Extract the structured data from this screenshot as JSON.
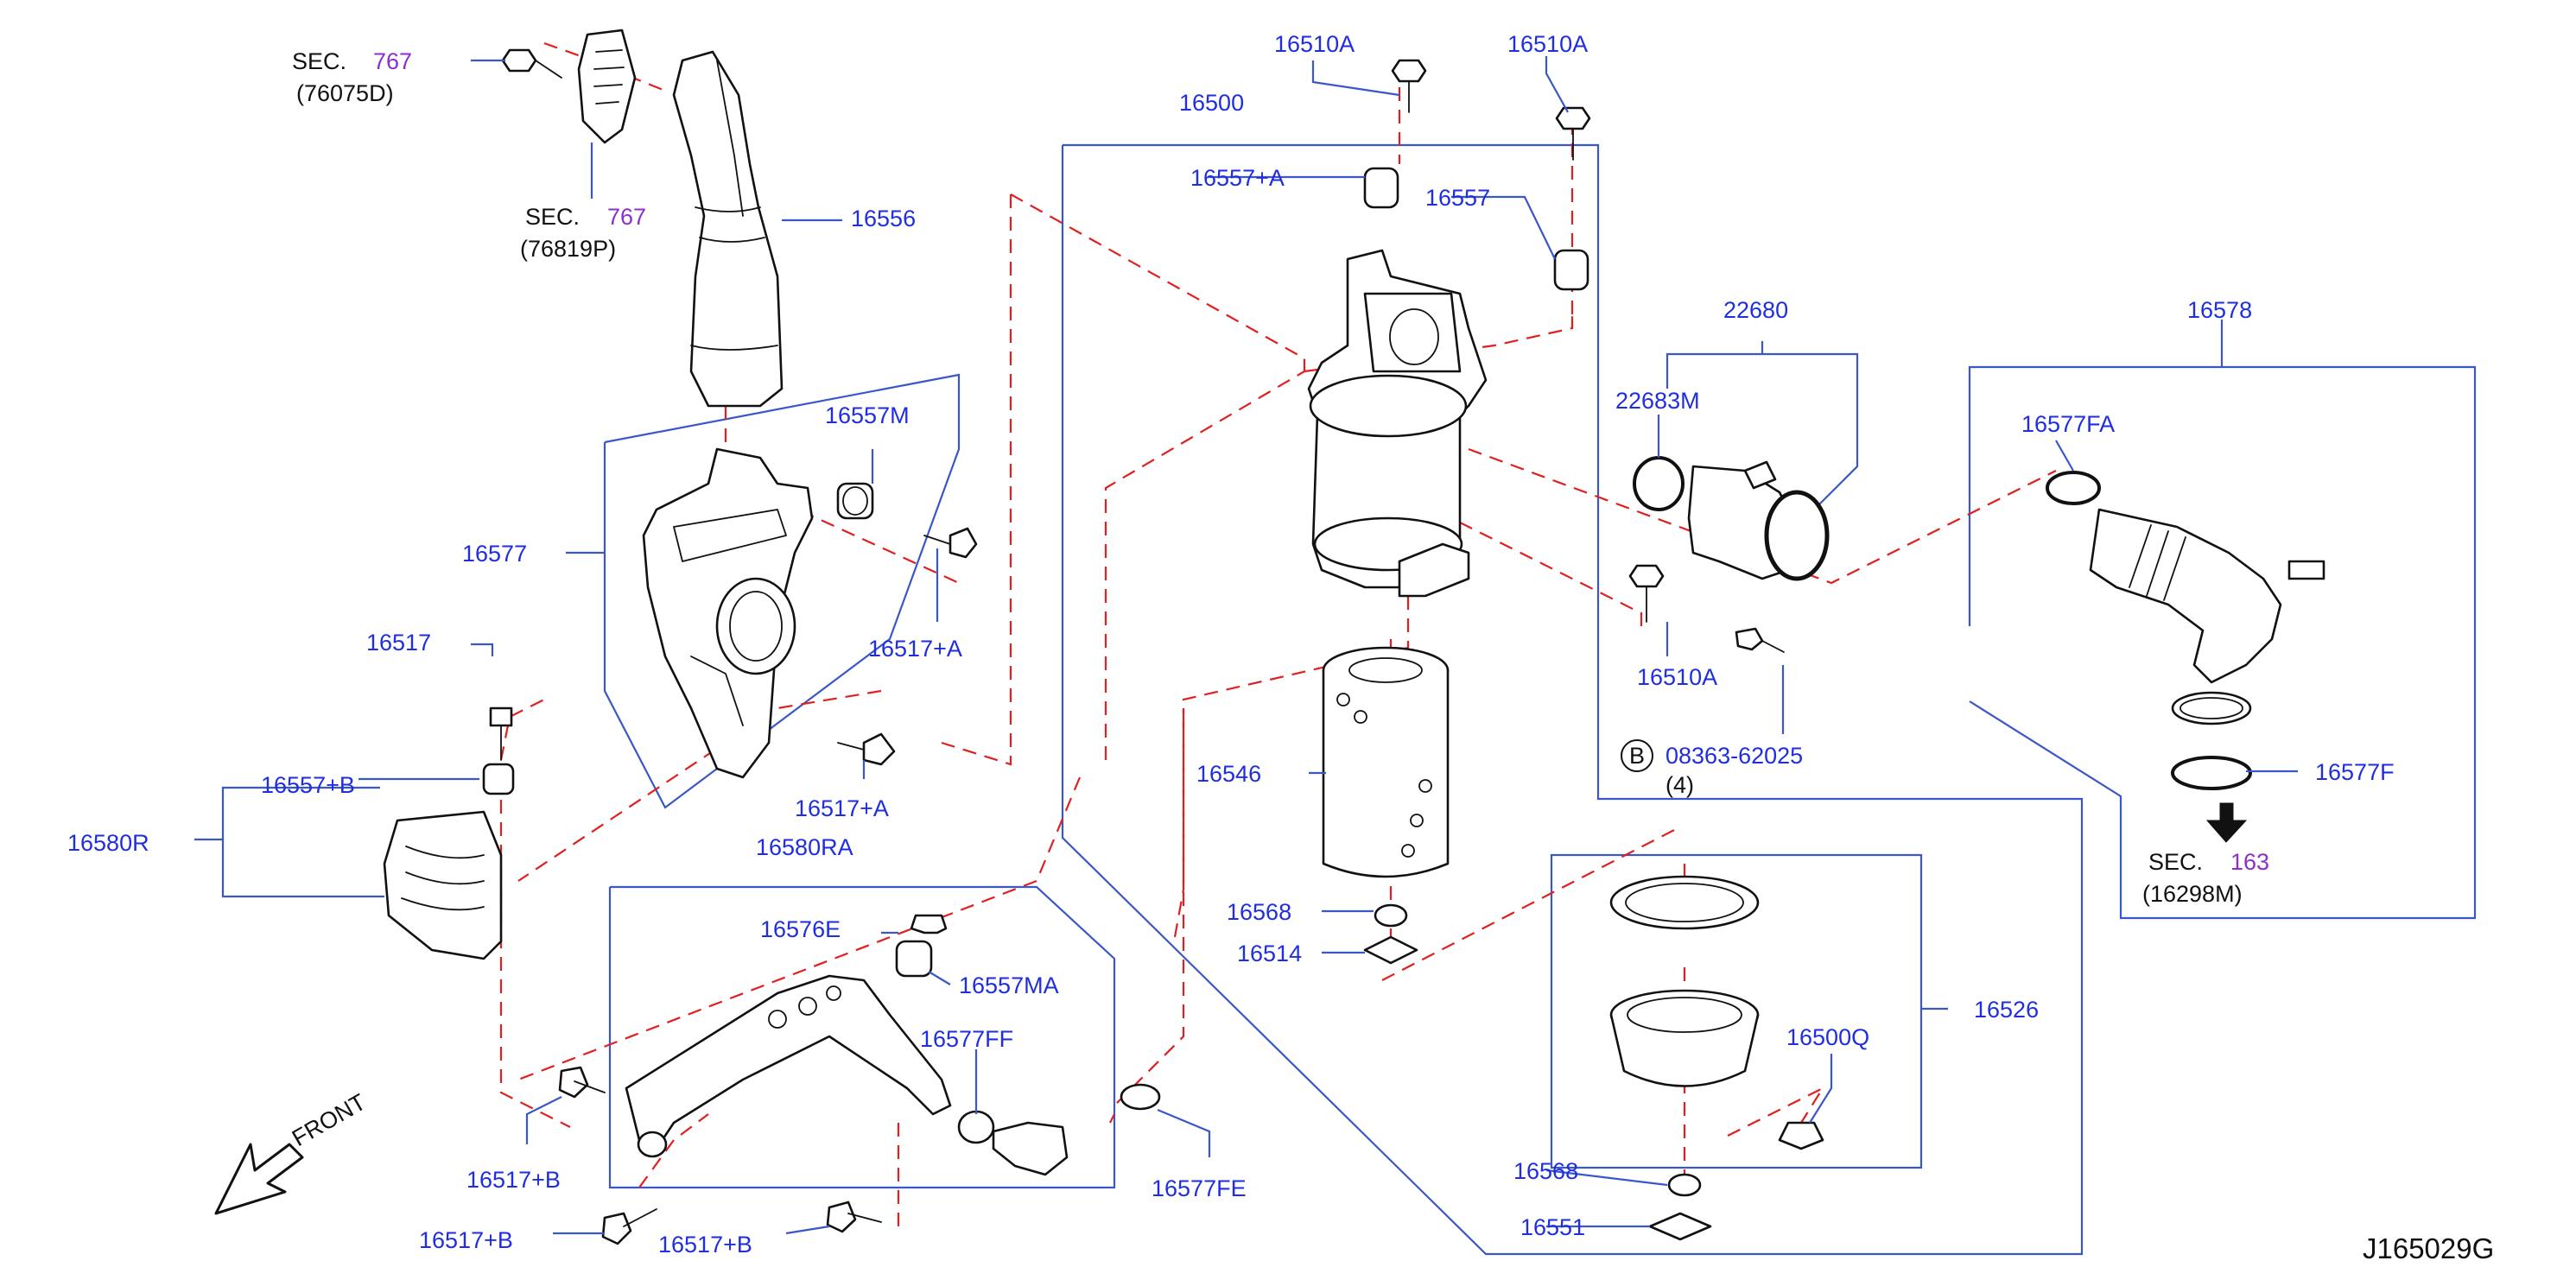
{
  "diagram_code": "J165029G",
  "front_label": "FRONT",
  "sec_ref_1": {
    "sec": "SEC.",
    "num": "767",
    "code": "(76075D)"
  },
  "sec_ref_2": {
    "sec": "SEC.",
    "num": "767",
    "code": "(76819P)"
  },
  "sec_ref_3": {
    "sec": "SEC.",
    "num": "163",
    "code": "(16298M)"
  },
  "bolt_ref": {
    "badge": "B",
    "part": "08363-62025",
    "qty": "(4)"
  },
  "labels": {
    "p16556": "16556",
    "p16557M": "16557M",
    "p16577": "16577",
    "p16517": "16517",
    "p16517A_top": "16517+A",
    "p16517A": "16517+A",
    "p16557B": "16557+B",
    "p16580R": "16580R",
    "p16580RA": "16580RA",
    "p16576E": "16576E",
    "p16557MA": "16557MA",
    "p16577FF": "16577FF",
    "p16577FE": "16577FE",
    "p16517B_1": "16517+B",
    "p16517B_2": "16517+B",
    "p16517B_3": "16517+B",
    "p16500": "16500",
    "p16510A_1": "16510A",
    "p16510A_2": "16510A",
    "p16557A": "16557+A",
    "p16557": "16557",
    "p16546": "16546",
    "p16568_1": "16568",
    "p16514": "16514",
    "p16568_2": "16568",
    "p16551": "16551",
    "p16526": "16526",
    "p16500Q": "16500Q",
    "p22680": "22680",
    "p22683M": "22683M",
    "p16510A_3": "16510A",
    "p16578": "16578",
    "p16577FA": "16577FA",
    "p16577F": "16577F"
  },
  "colors": {
    "label": "#1f2ee0",
    "leader": "#3a57c8",
    "dashed": "#e02020",
    "sec_number": "#8a2fd0"
  }
}
